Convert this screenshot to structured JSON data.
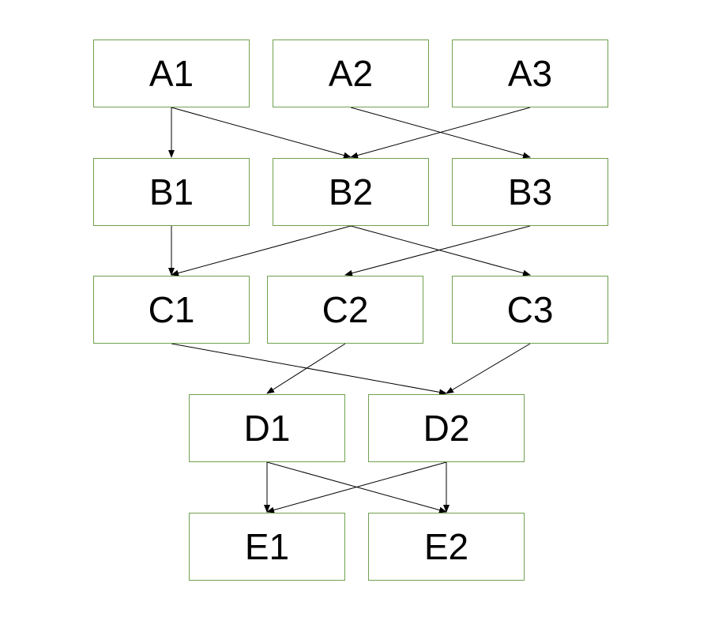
{
  "diagram": {
    "node_border_color": "#70a050",
    "edge_color": "#000000",
    "nodes": [
      {
        "id": "A1",
        "label": "A1"
      },
      {
        "id": "A2",
        "label": "A2"
      },
      {
        "id": "A3",
        "label": "A3"
      },
      {
        "id": "B1",
        "label": "B1"
      },
      {
        "id": "B2",
        "label": "B2"
      },
      {
        "id": "B3",
        "label": "B3"
      },
      {
        "id": "C1",
        "label": "C1"
      },
      {
        "id": "C2",
        "label": "C2"
      },
      {
        "id": "C3",
        "label": "C3"
      },
      {
        "id": "D1",
        "label": "D1"
      },
      {
        "id": "D2",
        "label": "D2"
      },
      {
        "id": "E1",
        "label": "E1"
      },
      {
        "id": "E2",
        "label": "E2"
      }
    ],
    "edges": [
      {
        "from": "A1",
        "to": "B1"
      },
      {
        "from": "A1",
        "to": "B2"
      },
      {
        "from": "A2",
        "to": "B3"
      },
      {
        "from": "A3",
        "to": "B2"
      },
      {
        "from": "B1",
        "to": "C1"
      },
      {
        "from": "B2",
        "to": "C1"
      },
      {
        "from": "B2",
        "to": "C3"
      },
      {
        "from": "B3",
        "to": "C2"
      },
      {
        "from": "C1",
        "to": "D2"
      },
      {
        "from": "C2",
        "to": "D1"
      },
      {
        "from": "C3",
        "to": "D2"
      },
      {
        "from": "D1",
        "to": "E1"
      },
      {
        "from": "D1",
        "to": "E2"
      },
      {
        "from": "D2",
        "to": "E1"
      },
      {
        "from": "D2",
        "to": "E2"
      }
    ]
  }
}
